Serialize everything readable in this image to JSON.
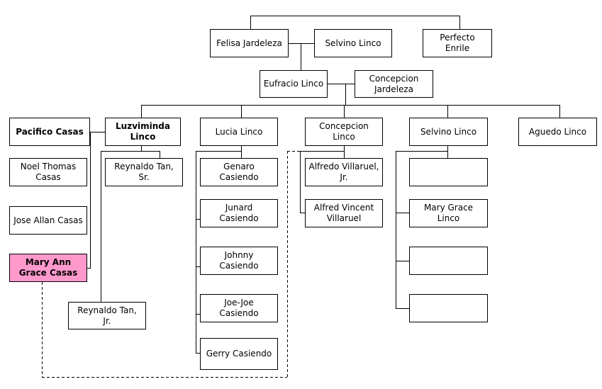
{
  "colors": {
    "line": "#000000",
    "box_border": "#000000",
    "highlight_fill": "#ff99cc"
  },
  "nodes": {
    "felisa_jardeleza": "Felisa Jardeleza",
    "selvino_linco_sr": "Selvino Linco",
    "perfecto_enrile": "Perfecto\nEnrile",
    "eufracio_linco": "Eufracio Linco",
    "concepcion_jardeleza": "Concepcion\nJardeleza",
    "pacifico_casas": "Pacifico Casas",
    "luzviminda_linco": "Luzviminda\nLinco",
    "lucia_linco": "Lucia Linco",
    "concepcion_linco": "Concepcion\nLinco",
    "selvino_linco_jr": "Selvino Linco",
    "aguedo_linco": "Aguedo Linco",
    "noel_thomas_casas": "Noel Thomas\nCasas",
    "jose_allan_casas": "Jose Allan Casas",
    "mary_ann_grace_casas": "Mary Ann\nGrace Casas",
    "reynaldo_tan_sr": "Reynaldo Tan,\nSr.",
    "reynaldo_tan_jr": "Reynaldo Tan,\nJr.",
    "genaro_casiendo": "Genaro\nCasiendo",
    "junard_casiendo": "Junard\nCasiendo",
    "johnny_casiendo": "Johnny\nCasiendo",
    "joejoe_casiendo": "Joe-Joe\nCasiendo",
    "gerry_casiendo": "Gerry Casiendo",
    "alfredo_villaruel_jr": "Alfredo Villaruel,\nJr.",
    "alfred_vincent_villaruel": "Alfred Vincent\nVillaruel",
    "selvino_child_1": "",
    "mary_grace_linco": "Mary Grace\nLinco",
    "selvino_child_3": "",
    "selvino_child_4": ""
  }
}
